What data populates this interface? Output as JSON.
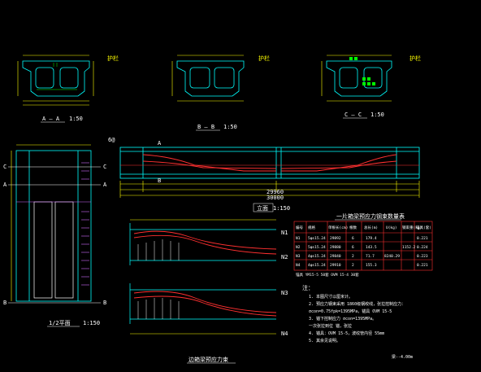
{
  "colors": {
    "background": "#000000",
    "outline": "#00ffff",
    "dimension": "#ffff00",
    "tendon": "#ff3030",
    "table_grid": "#ff3030",
    "table_header": "#00ff00",
    "text": "#ffffff",
    "rebar": "#00ff00",
    "secondary": "#d06cff"
  },
  "sections": {
    "a_a": {
      "title": "A — A",
      "scale": "1:50"
    },
    "b_b": {
      "title": "B — B",
      "scale": "1:50"
    },
    "c_c": {
      "title": "C — C",
      "scale": "1:50"
    }
  },
  "elevation": {
    "title": "立面",
    "scale": "1:150",
    "label_left": "6@",
    "total_dim": "29960",
    "top_dim": "30000"
  },
  "plan": {
    "title": "1/2平面",
    "scale": "1:150"
  },
  "tendon_detail": {
    "title": "边箱梁预应力束",
    "labels": [
      "N1",
      "N2",
      "N3",
      "N4"
    ]
  },
  "markers": {
    "A": "A",
    "B": "B",
    "C": "C"
  },
  "table": {
    "title": "一片箱梁预应力钢束数量表",
    "headers": [
      "编号",
      "规格",
      "单根长(cm)",
      "根数",
      "总长(m)",
      "U(kg)",
      "钢束重(kg)",
      "锚具(套)"
    ],
    "rows": [
      [
        "N1",
        "5φs15.24",
        "29892",
        "6",
        "179.4",
        "",
        "",
        "0.221"
      ],
      [
        "N2",
        "5φs15.24",
        "29880",
        "6",
        "143.5",
        "",
        "1152.2",
        "0.224"
      ],
      [
        "N3",
        "4φs15.24",
        "29840",
        "2",
        "71.7",
        "8240.29",
        "",
        "0.223"
      ],
      [
        "N4",
        "4φs15.24",
        "29910",
        "2",
        "155.3",
        "",
        "",
        "0.221"
      ]
    ],
    "footer": "锚具 YM15-5 50套  OVM 15-4 30套"
  },
  "notes": {
    "heading": "注：",
    "lines": [
      "1. 本图尺寸以厘米计。",
      "2. 预应力钢束采用 1860级钢绞线，张拉控制应力：",
      "   σcon=0.75fpk=1395MPa，锚具 OVM 15-5",
      "3. 锚下控制应力 σcon=1395MPa。",
      "   一次张拉到位 锚，张拉",
      "4. 锚具：OVM 15-5，波纹管内径 55mm",
      "5. 其余见说明。"
    ]
  },
  "footer_note": "梁--4.00m"
}
